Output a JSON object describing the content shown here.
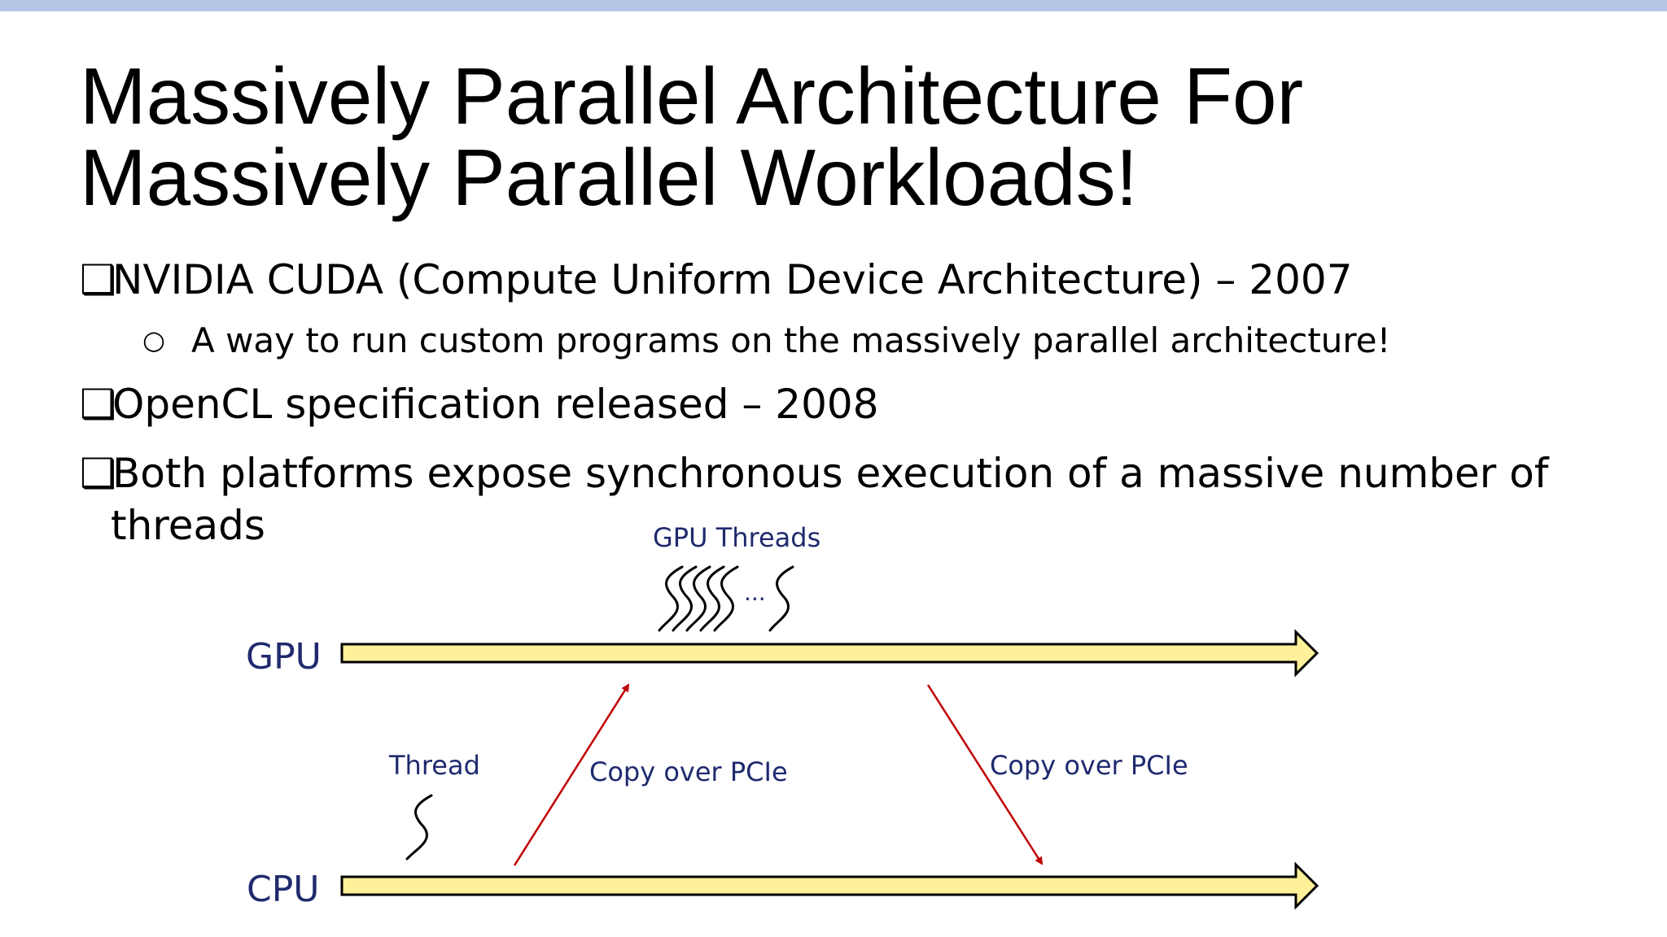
{
  "slide": {
    "title_line1": "Massively Parallel Architecture For",
    "title_line2": "Massively Parallel Workloads!",
    "bullets": [
      {
        "text": "NVIDIA CUDA (Compute Uniform Device Architecture) – 2007"
      },
      {
        "text": "OpenCL specification released – 2008"
      },
      {
        "text": "Both platforms expose synchronous execution of a massive number of",
        "continuation": "threads"
      }
    ],
    "sub_bullet": "A way to run custom programs on the massively parallel architecture!",
    "bullet_marker": "❑",
    "sub_marker": "○"
  },
  "diagram": {
    "gpu_label": "GPU",
    "cpu_label": "CPU",
    "gpu_threads_label": "GPU Threads",
    "ellipsis": "...",
    "thread_label": "Thread",
    "copy_up_label": "Copy over PCIe",
    "copy_down_label": "Copy over PCIe",
    "colors": {
      "timeline_fill": "#fff199",
      "timeline_stroke": "#000000",
      "copy_arrow": "#c00000",
      "label_text": "#1f2a6e",
      "top_bar": "#b4c7e7"
    }
  }
}
